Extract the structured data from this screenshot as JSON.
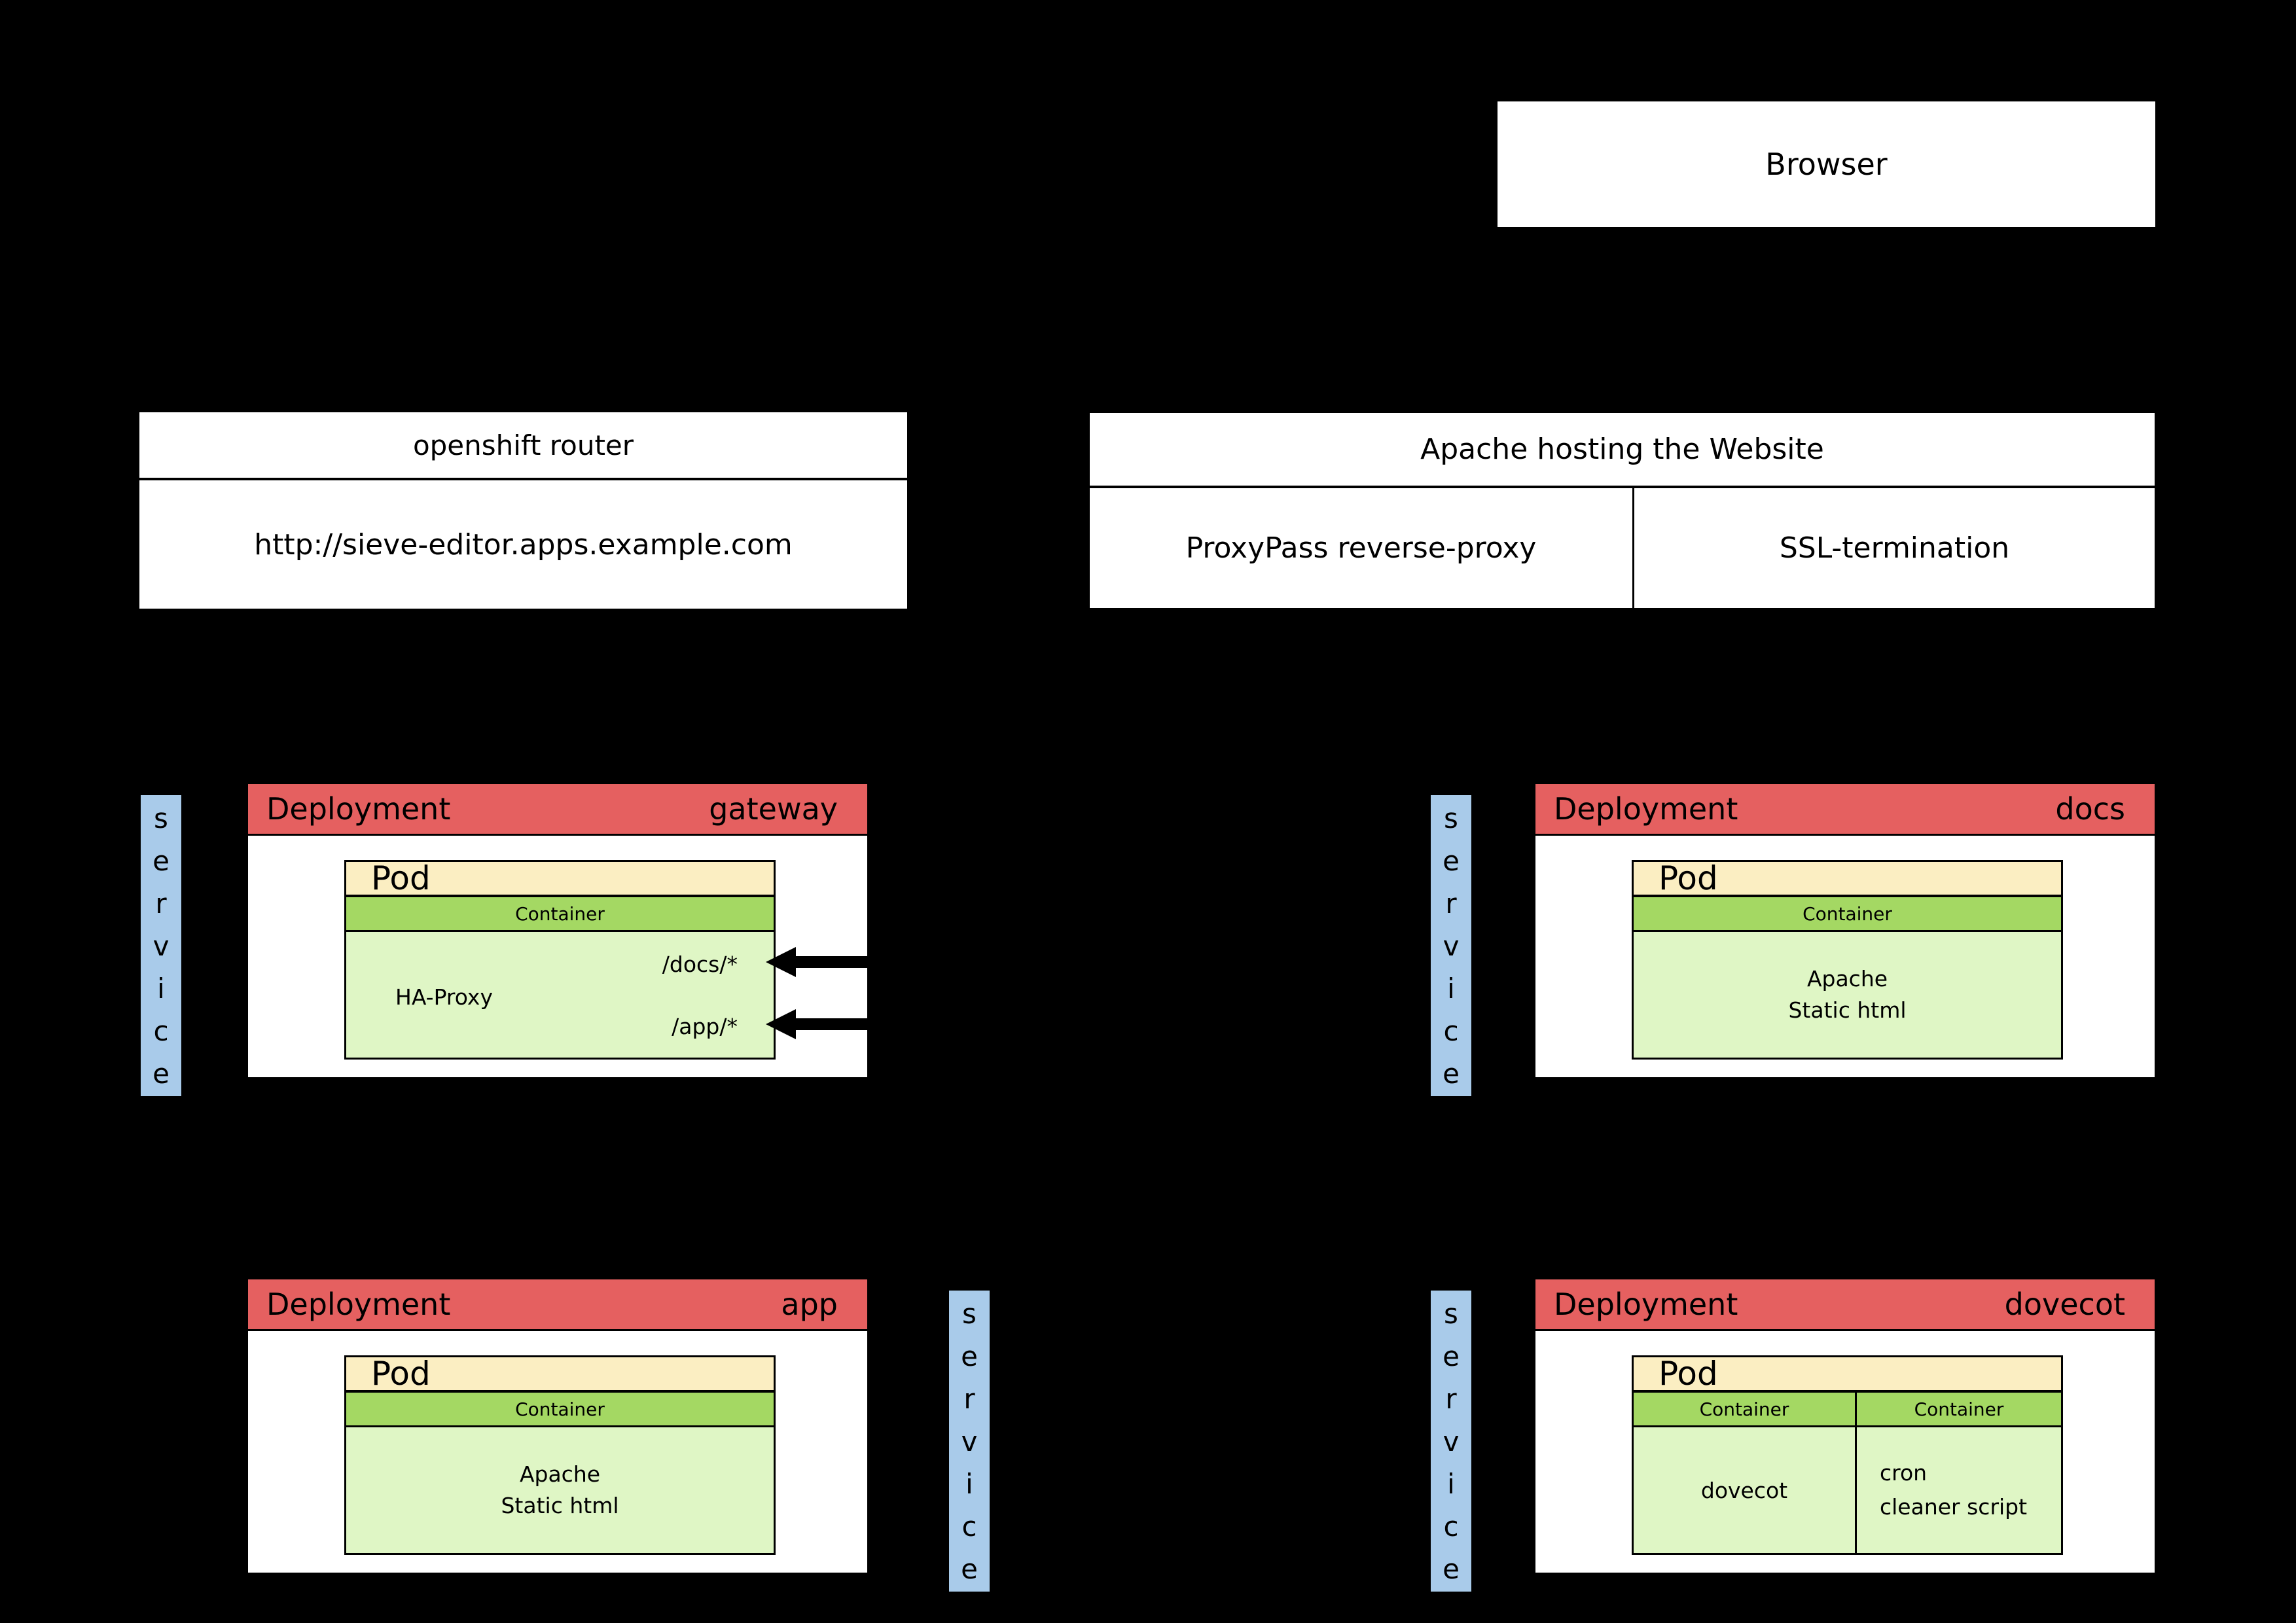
{
  "colors": {
    "bg": "#000000",
    "header_red": "#e56060",
    "service_blue": "#a9cbea",
    "pod_tan": "#fbeec2",
    "container_green": "#a4d863",
    "body_green": "#dff6c5"
  },
  "browser": {
    "label": "Browser"
  },
  "router": {
    "title": "openshift router",
    "url": "http://sieve-editor.apps.example.com"
  },
  "apache": {
    "title": "Apache hosting the Website",
    "proxypass": "ProxyPass reverse-proxy",
    "ssl": "SSL-termination"
  },
  "service": {
    "vertical_label": "s\ne\nr\nv\ni\nc\ne"
  },
  "deployments": {
    "gateway": {
      "header": "Deployment",
      "name": "gateway",
      "pod_title": "Pod",
      "container_label": "Container",
      "app_label": "HA-Proxy",
      "route_docs": "/docs/*",
      "route_app": "/app/*"
    },
    "docs": {
      "header": "Deployment",
      "name": "docs",
      "pod_title": "Pod",
      "container_label": "Container",
      "line1": "Apache",
      "line2": "Static html"
    },
    "app": {
      "header": "Deployment",
      "name": "app",
      "pod_title": "Pod",
      "container_label": "Container",
      "line1": "Apache",
      "line2": "Static html"
    },
    "dovecot": {
      "header": "Deployment",
      "name": "dovecot",
      "pod_title": "Pod",
      "container_left_label": "Container",
      "container_right_label": "Container",
      "left_text": "dovecot",
      "right_line1": "cron",
      "right_line2": "cleaner script"
    }
  }
}
